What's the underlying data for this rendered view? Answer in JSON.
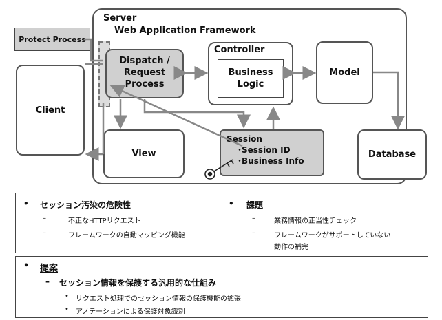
{
  "diagram": {
    "server_title": "Server",
    "framework_title": "Web Application Framework",
    "protect_process": "Protect Process",
    "client": "Client",
    "dispatch_lines": [
      "Dispatch /",
      "Request",
      "Process"
    ],
    "controller": "Controller",
    "business_logic_lines": [
      "Business",
      "Logic"
    ],
    "model": "Model",
    "view": "View",
    "session_title": "Session",
    "session_items": [
      "･Session  ID",
      "･Business Info"
    ],
    "database": "Database",
    "key_icon": "key-icon"
  },
  "issues": {
    "left_heading": "セッション汚染の危険性",
    "left_items": [
      "不正なHTTPリクエスト",
      "フレームワークの自動マッピング機能"
    ],
    "right_heading": "課題",
    "right_items": [
      "業務情報の正当性チェック",
      "フレームワークがサポートしていない",
      "動作の補完"
    ]
  },
  "proposal": {
    "heading": "提案",
    "sub": "セッション情報を保護する汎用的な仕組み",
    "items": [
      "リクエスト処理でのセッション情報の保護機能の拡張",
      "アノテーションによる保護対象識別"
    ]
  },
  "colors": {
    "grey_box": "#d0d0d0",
    "line": "#888888",
    "border": "#555555"
  }
}
